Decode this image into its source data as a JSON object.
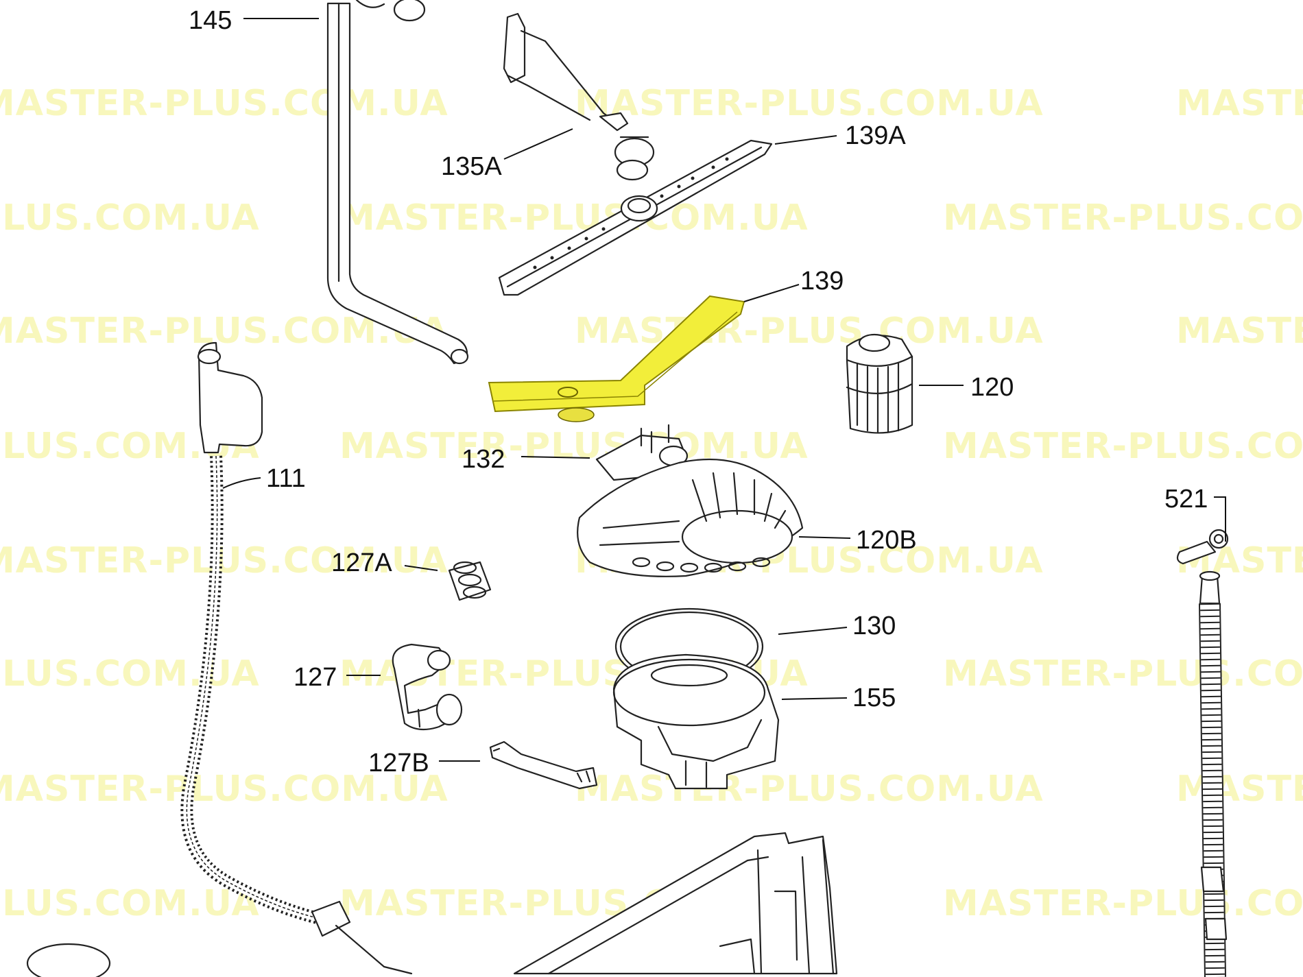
{
  "watermark": "MASTER-PLUS.COM.UA",
  "highlight_color": "#f2ee3a",
  "watermark_color": "#f6f4a6",
  "parts": [
    {
      "id": "p145",
      "label": "145"
    },
    {
      "id": "p135A",
      "label": "135A"
    },
    {
      "id": "p139A",
      "label": "139A"
    },
    {
      "id": "p139",
      "label": "139",
      "highlighted": true
    },
    {
      "id": "p120",
      "label": "120"
    },
    {
      "id": "p132",
      "label": "132"
    },
    {
      "id": "p111",
      "label": "111"
    },
    {
      "id": "p120B",
      "label": "120B"
    },
    {
      "id": "p521",
      "label": "521"
    },
    {
      "id": "p127A",
      "label": "127A"
    },
    {
      "id": "p130",
      "label": "130"
    },
    {
      "id": "p127",
      "label": "127"
    },
    {
      "id": "p155",
      "label": "155"
    },
    {
      "id": "p127B",
      "label": "127B"
    }
  ]
}
